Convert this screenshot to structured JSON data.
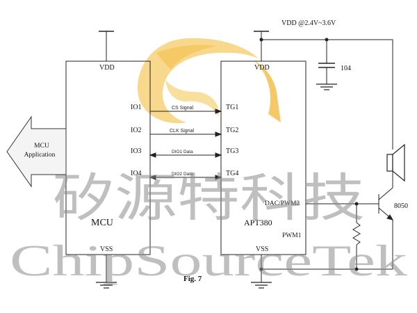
{
  "watermark": {
    "chinese": "矽源特科技",
    "english": "ChipSourceTek",
    "logo_color": "#F2C94C"
  },
  "figure": {
    "caption": "Fig. 7"
  },
  "power": {
    "supply_label": "VDD @2.4V~3.6V",
    "cap_value": "104"
  },
  "mcu": {
    "name": "MCU",
    "vdd": "VDD",
    "vss": "VSS",
    "io1": "IO1",
    "io2": "IO2",
    "io3": "IO3",
    "io4": "IO4"
  },
  "apt": {
    "name": "APT380",
    "vdd": "VDD",
    "vss": "VSS",
    "tg1": "TG1",
    "tg2": "TG2",
    "tg3": "TG3",
    "tg4": "TG4",
    "dac": "DAC/PWM2",
    "pwm1": "PWM1"
  },
  "signals": {
    "cs": "CS Signal",
    "clk": "CLK Signal",
    "dio1": "DIO1 Data",
    "dio2": "DIO2 Data"
  },
  "arrow": {
    "line1": "MCU",
    "line2": "Application"
  },
  "transistor": {
    "label": "8050"
  }
}
